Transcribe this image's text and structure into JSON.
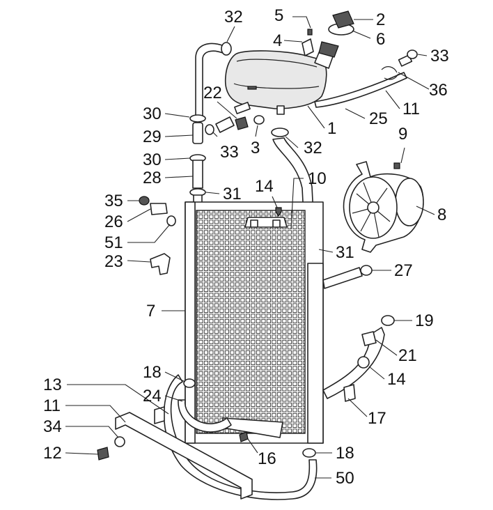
{
  "callouts": [
    {
      "id": "c2",
      "text": "2"
    },
    {
      "id": "c5",
      "text": "5"
    },
    {
      "id": "c6",
      "text": "6"
    },
    {
      "id": "c4",
      "text": "4"
    },
    {
      "id": "c32a",
      "text": "32"
    },
    {
      "id": "c33a",
      "text": "33"
    },
    {
      "id": "c36",
      "text": "36"
    },
    {
      "id": "c11a",
      "text": "11"
    },
    {
      "id": "c22",
      "text": "22"
    },
    {
      "id": "c25",
      "text": "25"
    },
    {
      "id": "c1",
      "text": "1"
    },
    {
      "id": "c30a",
      "text": "30"
    },
    {
      "id": "c29",
      "text": "29"
    },
    {
      "id": "c33b",
      "text": "33"
    },
    {
      "id": "c3",
      "text": "3"
    },
    {
      "id": "c32b",
      "text": "32"
    },
    {
      "id": "c9",
      "text": "9"
    },
    {
      "id": "c30b",
      "text": "30"
    },
    {
      "id": "c28",
      "text": "28"
    },
    {
      "id": "c10",
      "text": "10"
    },
    {
      "id": "c14a",
      "text": "14"
    },
    {
      "id": "c35",
      "text": "35"
    },
    {
      "id": "c31a",
      "text": "31"
    },
    {
      "id": "c8",
      "text": "8"
    },
    {
      "id": "c26",
      "text": "26"
    },
    {
      "id": "c51",
      "text": "51"
    },
    {
      "id": "c31b",
      "text": "31"
    },
    {
      "id": "c23",
      "text": "23"
    },
    {
      "id": "c27",
      "text": "27"
    },
    {
      "id": "c7",
      "text": "7"
    },
    {
      "id": "c19",
      "text": "19"
    },
    {
      "id": "c21",
      "text": "21"
    },
    {
      "id": "c14b",
      "text": "14"
    },
    {
      "id": "c18a",
      "text": "18"
    },
    {
      "id": "c13",
      "text": "13"
    },
    {
      "id": "c24",
      "text": "24"
    },
    {
      "id": "c17",
      "text": "17"
    },
    {
      "id": "c11b",
      "text": "11"
    },
    {
      "id": "c34",
      "text": "34"
    },
    {
      "id": "c12",
      "text": "12"
    },
    {
      "id": "c16",
      "text": "16"
    },
    {
      "id": "c18b",
      "text": "18"
    },
    {
      "id": "c50",
      "text": "50"
    }
  ]
}
